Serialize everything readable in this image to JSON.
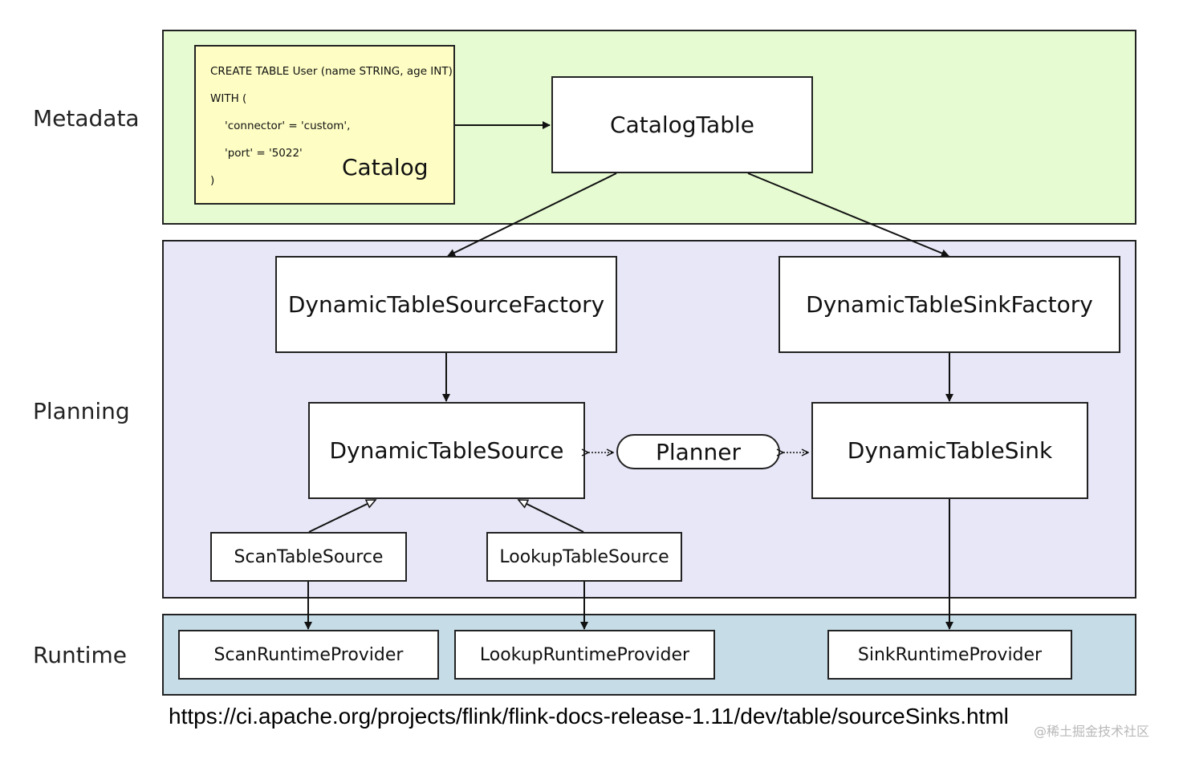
{
  "layers": {
    "metadata": "Metadata",
    "planning": "Planning",
    "runtime": "Runtime"
  },
  "catalog": {
    "ddl_lines": [
      "CREATE TABLE User (name STRING, age INT)",
      "WITH (",
      "'connector' = 'custom',",
      "'port' = '5022'",
      ")"
    ],
    "label": "Catalog"
  },
  "nodes": {
    "catalog_table": "CatalogTable",
    "source_factory": "DynamicTableSourceFactory",
    "sink_factory": "DynamicTableSinkFactory",
    "dynamic_source": "DynamicTableSource",
    "planner": "Planner",
    "dynamic_sink": "DynamicTableSink",
    "scan_source": "ScanTableSource",
    "lookup_source": "LookupTableSource",
    "scan_runtime": "ScanRuntimeProvider",
    "lookup_runtime": "LookupRuntimeProvider",
    "sink_runtime": "SinkRuntimeProvider"
  },
  "colors": {
    "metadata_bg": "#e6fbd2",
    "planning_bg": "#e7e7f7",
    "runtime_bg": "#c6dce7",
    "catalog_bg": "#fdfdc4"
  },
  "footer": {
    "source_url": "https://ci.apache.org/projects/flink/flink-docs-release-1.11/dev/table/sourceSinks.html",
    "watermark": "@稀土掘金技术社区"
  }
}
